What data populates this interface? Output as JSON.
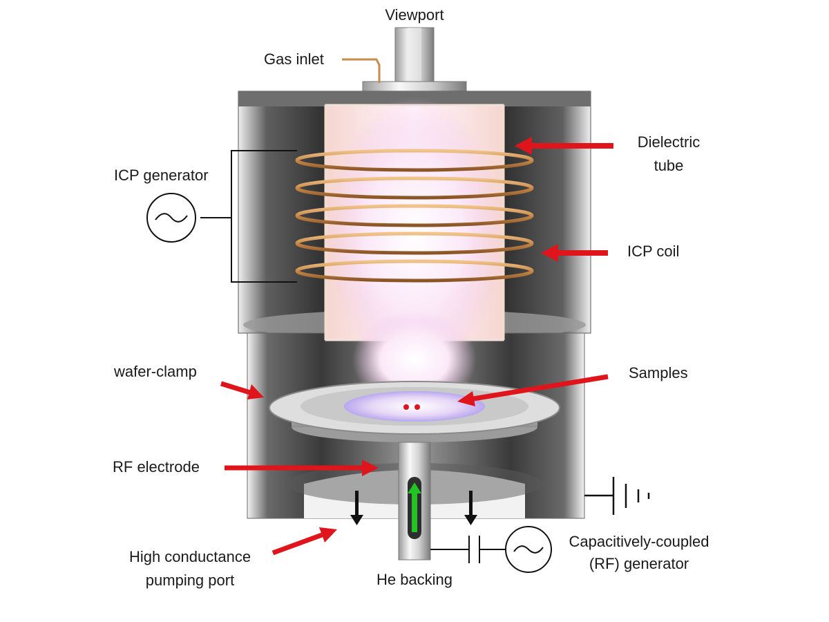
{
  "labels": {
    "viewport": "Viewport",
    "gas_inlet": "Gas inlet",
    "icp_generator": "ICP generator",
    "dielectric_tube_line1": "Dielectric",
    "dielectric_tube_line2": "tube",
    "icp_coil": "ICP coil",
    "wafer_clamp": "wafer-clamp",
    "samples": "Samples",
    "rf_electrode": "RF electrode",
    "pumping_port_line1": "High conductance",
    "pumping_port_line2": "pumping port",
    "he_backing": "He backing",
    "rf_generator_line1": "Capacitively-coupled",
    "rf_generator_line2": "(RF) generator"
  },
  "colors": {
    "pointer_arrow": "#e0141b",
    "coil_copper": "#c98a4a",
    "plasma_glow": "#f2c6ee",
    "he_flow_arrow": "#22c322",
    "chamber_metal": "#5a5a5a"
  }
}
